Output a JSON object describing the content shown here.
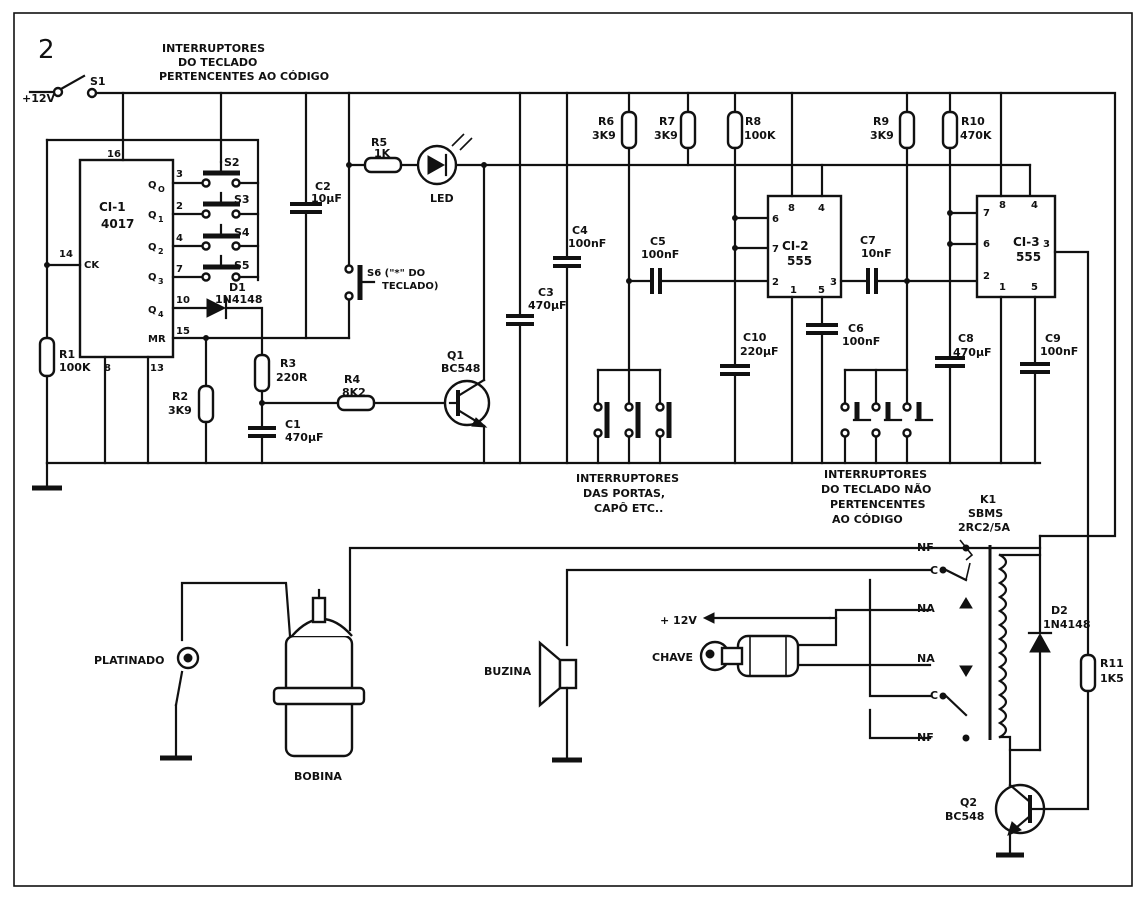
{
  "figure": {
    "number": "2"
  },
  "labels": {
    "keypad_code_switches": [
      "INTERRUPTORES",
      "DO TECLADO",
      "PERTENCENTES AO CÓDIGO"
    ],
    "supply_in": "+12V",
    "s1": "S1",
    "ci1": {
      "name": "CI-1",
      "part": "4017"
    },
    "ci1_pins": {
      "p16": "16",
      "p14": "14",
      "ck": "CK",
      "p3": "3",
      "q0": "Q",
      "q0sub": "O",
      "p2": "2",
      "q1": "Q",
      "q1sub": "1",
      "p4": "4",
      "q2": "Q",
      "q2sub": "2",
      "p7": "7",
      "q3": "Q",
      "q3sub": "3",
      "p10": "10",
      "q4": "Q",
      "q4sub": "4",
      "p15": "15",
      "mr": "MR",
      "p8": "8",
      "p13": "13"
    },
    "s2": "S2",
    "s3": "S3",
    "s4": "S4",
    "s5": "S5",
    "s6": "S6 (\"*\" DO",
    "s6b": "TECLADO)",
    "d1": "D1",
    "d1v": "1N4148",
    "r1": "R1",
    "r1v": "100K",
    "r2": "R2",
    "r2v": "3K9",
    "r3": "R3",
    "r3v": "220R",
    "r4": "R4",
    "r4v": "8K2",
    "r5": "R5",
    "r5v": "1K",
    "c1": "C1",
    "c1v": "470µF",
    "c2": "C2",
    "c2v": "10µF",
    "led": "LED",
    "q1": "Q1",
    "q1v": "BC548",
    "c3": "C3",
    "c3v": "470µF",
    "c4": "C4",
    "c4v": "100nF",
    "c5": "C5",
    "c5v": "100nF",
    "r6": "R6",
    "r6v": "3K9",
    "r7": "R7",
    "r7v": "3K9",
    "r8": "R8",
    "r8v": "100K",
    "c10": "C10",
    "c10v": "220µF",
    "ci2": {
      "name": "CI-2",
      "part": "555"
    },
    "ci2_pins": {
      "p8": "8",
      "p4": "4",
      "p6": "6",
      "p7": "7",
      "p2": "2",
      "p1": "1",
      "p5": "5",
      "p3": "3"
    },
    "c7": "C7",
    "c7v": "10nF",
    "c6": "C6",
    "c6v": "100nF",
    "r9": "R9",
    "r9v": "3K9",
    "r10": "R10",
    "r10v": "470K",
    "ci3": {
      "name": "CI-3",
      "part": "555"
    },
    "ci3_pins": {
      "p7": "7",
      "p8": "8",
      "p4": "4",
      "p6": "6",
      "p3": "3",
      "p2": "2",
      "p1": "1",
      "p5": "5"
    },
    "c8": "C8",
    "c8v": "470µF",
    "c9": "C9",
    "c9v": "100nF",
    "door_switches": [
      "INTERRUPTORES",
      "DAS PORTAS,",
      "CAPÔ  ETC.."
    ],
    "non_code_switches": [
      "INTERRUPTORES",
      "DO TECLADO NÃO",
      "PERTENCENTES",
      "AO   CÓDIGO"
    ],
    "k1": [
      "K1",
      "SBMS",
      "2RC2/5A"
    ],
    "nf1": "NF",
    "c_1": "C",
    "na1": "NA",
    "na2": "NA",
    "c_2": "C",
    "nf2": "NF",
    "d2": "D2",
    "d2v": "1N4148",
    "r11": "R11",
    "r11v": "1K5",
    "q2": "Q2",
    "q2v": "BC548",
    "plus12": "+ 12V",
    "chave": "CHAVE",
    "buzina": "BUZINA",
    "platinado": "PLATINADO",
    "bobina": "BOBINA"
  }
}
